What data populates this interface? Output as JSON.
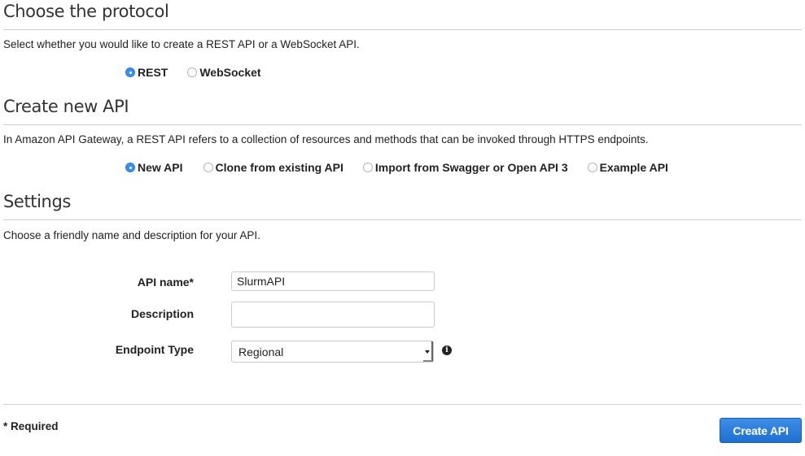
{
  "protocol": {
    "title": "Choose the protocol",
    "description": "Select whether you would like to create a REST API or a WebSocket API.",
    "options": [
      {
        "label": "REST",
        "checked": true
      },
      {
        "label": "WebSocket",
        "checked": false
      }
    ]
  },
  "create": {
    "title": "Create new API",
    "description": "In Amazon API Gateway, a REST API refers to a collection of resources and methods that can be invoked through HTTPS endpoints.",
    "options": [
      {
        "label": "New API",
        "checked": true
      },
      {
        "label": "Clone from existing API",
        "checked": false
      },
      {
        "label": "Import from Swagger or Open API 3",
        "checked": false
      },
      {
        "label": "Example API",
        "checked": false
      }
    ]
  },
  "settings": {
    "title": "Settings",
    "description": "Choose a friendly name and description for your API.",
    "fields": {
      "api_name": {
        "label": "API name*",
        "value": "SlurmAPI"
      },
      "description": {
        "label": "Description",
        "value": ""
      },
      "endpoint_type": {
        "label": "Endpoint Type",
        "value": "Regional",
        "info_icon": "info-icon"
      }
    }
  },
  "footer": {
    "required_note": "* Required",
    "create_button": "Create API"
  },
  "colors": {
    "accent": "#3d8ee8",
    "button": "#2a7bd9"
  }
}
